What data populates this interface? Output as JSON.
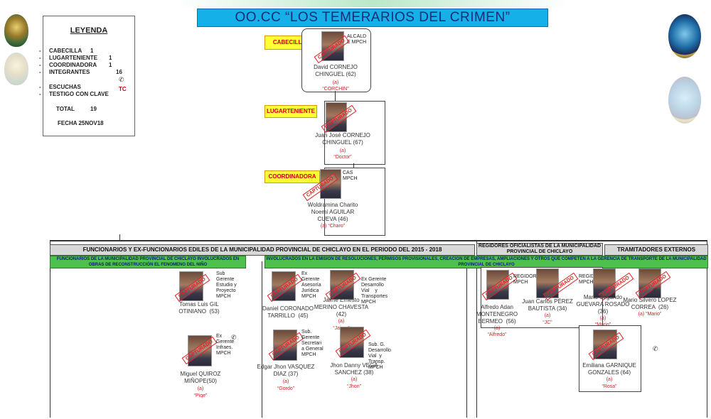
{
  "title": "OO.CC “LOS TEMERARIOS DEL CRIMEN”",
  "legend": {
    "heading": "LEYENDA",
    "rows": [
      {
        "label": "CABECILLA",
        "count": "1"
      },
      {
        "label": "LUGARTENIENTE",
        "count": "1"
      },
      {
        "label": "COORDINADORA",
        "count": "1"
      },
      {
        "label": "INTEGRANTES",
        "count": "16"
      },
      {
        "label": "ESCUCHAS",
        "count": ""
      },
      {
        "label": "TESTIGO CON CLAVE",
        "count": "TC"
      }
    ],
    "total_label": "TOTAL",
    "total": "19",
    "date": "FECHA  25NOV18"
  },
  "roles": {
    "cabecilla": "CABECILLA",
    "lugarteniente": "LUGARTENIENTE",
    "coordinadora": "COORDINADORA"
  },
  "stamp": "CAPTURADO",
  "top_nodes": [
    {
      "cargo": "ALCALD\nE MPCH",
      "name": "David CORNEJO\nCHINGUEL (62)",
      "alias_a": "(a)",
      "alias": "“CORCHIN”"
    },
    {
      "cargo": "",
      "name": "Juan José CORNEJO\nCHINGUEL (67)",
      "alias_a": "(a)",
      "alias": "“Doctor”"
    },
    {
      "cargo": "CAS\nMPCH",
      "name": "Woldramina Charito\nNoemí AGUILAR\nCUEVA (46)",
      "alias_a": "",
      "alias": "(a) “Charo”"
    }
  ],
  "sections": {
    "funcionarios": "FUNCIONARIOS Y EX-FUNCIONARIOS  EDILES DE LA MUNICIPALIDAD PROVINCIAL DE CHICLAYO EN EL PERIODO DEL 2015 -  2018",
    "regidores": "REGIDORES OFICIALISTAS DE LA MUNICIPALIDAD PROVINCIAL DE CHICLAYO",
    "tramitadores": "TRAMITADORES EXTERNOS",
    "sub1": "FUNCIONARIOS DE LA MUNICIPALIDAD PROVINCIAL DE CHICLAYO INVOLUCRADOS EN OBRAS DE RECONSTRUCCIÓN EL FENOMENO DEL NIÑO",
    "sub2": "INVOLUCRADOS EN LA EMISION DE RESOLUCIONES, PERMISOS PROVISIONALES, CREACION DE EMPRESAS, AMPLIACIONES Y OTROS QUE COMPETEN A LA GERENCIA DE TRANSPORTE DE LA MUNICIPALIDAD PROVINCIAL DE CHICLAYO"
  },
  "members": [
    {
      "cargo": "Sub\nGerente\nEstudio y\nProyecto\nMPCH",
      "name": "Tomas Luis GIL\nOTINIANO  (53)",
      "alias_a": "",
      "alias": ""
    },
    {
      "cargo": "Ex\nGerente\nInfraes.\nMPCH",
      "name": "Miguel QUIROZ\nMIÑOPE(50)",
      "alias_a": "(a)",
      "alias": "“Piqe”"
    },
    {
      "cargo": "Ex\nGerente\nAsesoría\nJurídica\nMPCH",
      "name": "Daniel CORONADO\nTARRILLO  (45)",
      "alias_a": "",
      "alias": ""
    },
    {
      "cargo": "Ex Gerente\nDesarrollo\nVial    y\nTransportes\nMPCH",
      "name": "Jaime Ernesto\nMERINO CHAVESTA\n(42)",
      "alias_a": "(a)",
      "alias": "“Jaime”"
    },
    {
      "cargo": "Sub.\nGerente\nSecretari\na General\nMPCH",
      "name": "Edgar Jhon VASQUEZ\nDIAZ (37)",
      "alias_a": "(a)",
      "alias": "“Gordo”"
    },
    {
      "cargo": "Sub. G.\nDesarrollo\nVial  y\nTransp.\nMPCH",
      "name": "Jhon Danny VEGA\nSANCHEZ (38)",
      "alias_a": "(a)",
      "alias": "“Jhon”"
    },
    {
      "cargo": "",
      "name": "Alfredo Adan\nMONTENEGRO\nBERMEO  (56)",
      "alias_a": "(a)",
      "alias": "“Alfredo”"
    },
    {
      "cargo": "REGIDOR\nMPCH",
      "name": "Juan Carlos PÉREZ\nBAUTISTA (34)",
      "alias_a": "(a)",
      "alias": "“JC”"
    },
    {
      "cargo": "REGIDOR\nMPCH",
      "name": "Mario Segundo\nGUEVARA ROSADO\n(36)",
      "alias_a": "(a)",
      "alias": "“Mario”"
    },
    {
      "cargo": "",
      "name": "Mario Silvero LOPEZ\nCORREA  (26)",
      "alias_a": "",
      "alias": "(a) “Mario”"
    },
    {
      "cargo": "",
      "name": "Emiliana GARNIQUE\nGONZALES (64)",
      "alias_a": "(a)",
      "alias": "“Rosa”"
    }
  ],
  "colors": {
    "title_bg": "#16b0e8",
    "role_flag": "#ffff33",
    "section_green": "#4ec04e",
    "stamp_red": "#e02020"
  }
}
